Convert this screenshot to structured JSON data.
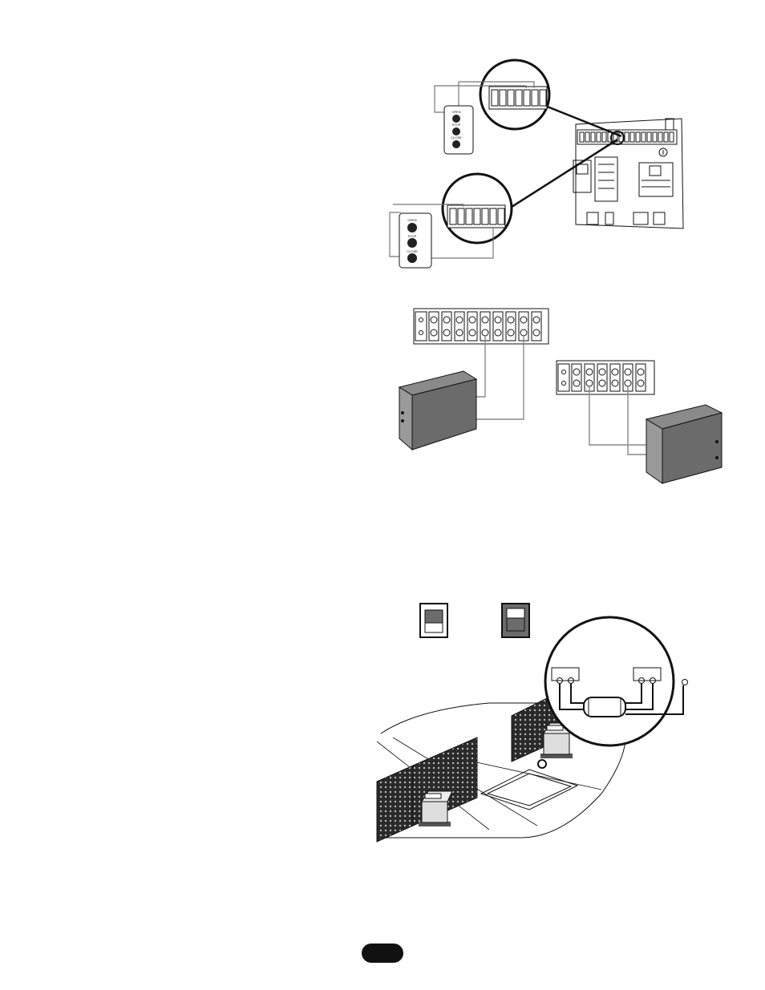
{
  "figures": {
    "pushbuttons": {
      "station_1": {
        "btn_labels": [
          "OPEN",
          "STOP",
          "CLOSE"
        ]
      },
      "station_2": {
        "btn_labels": [
          "OPEN",
          "STOP",
          "CLOSE"
        ]
      }
    },
    "loop_detectors": {},
    "gates": {}
  },
  "colors": {
    "ink": "#111111",
    "box_fill": "#6b6b6b",
    "mesh": "#2a2a2a",
    "wire": "#9a9a9a"
  }
}
